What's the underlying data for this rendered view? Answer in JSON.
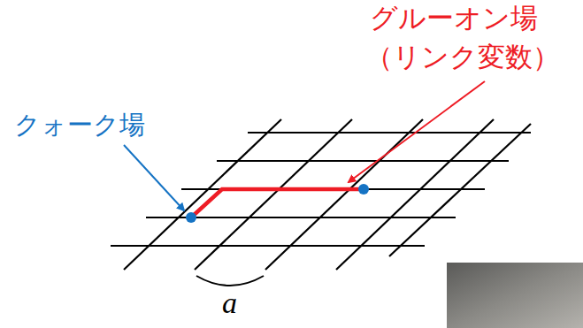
{
  "diagram": {
    "labels": [
      "グルーオン場",
      "（リンク変数）",
      "クォーク場",
      "a"
    ]
  }
}
